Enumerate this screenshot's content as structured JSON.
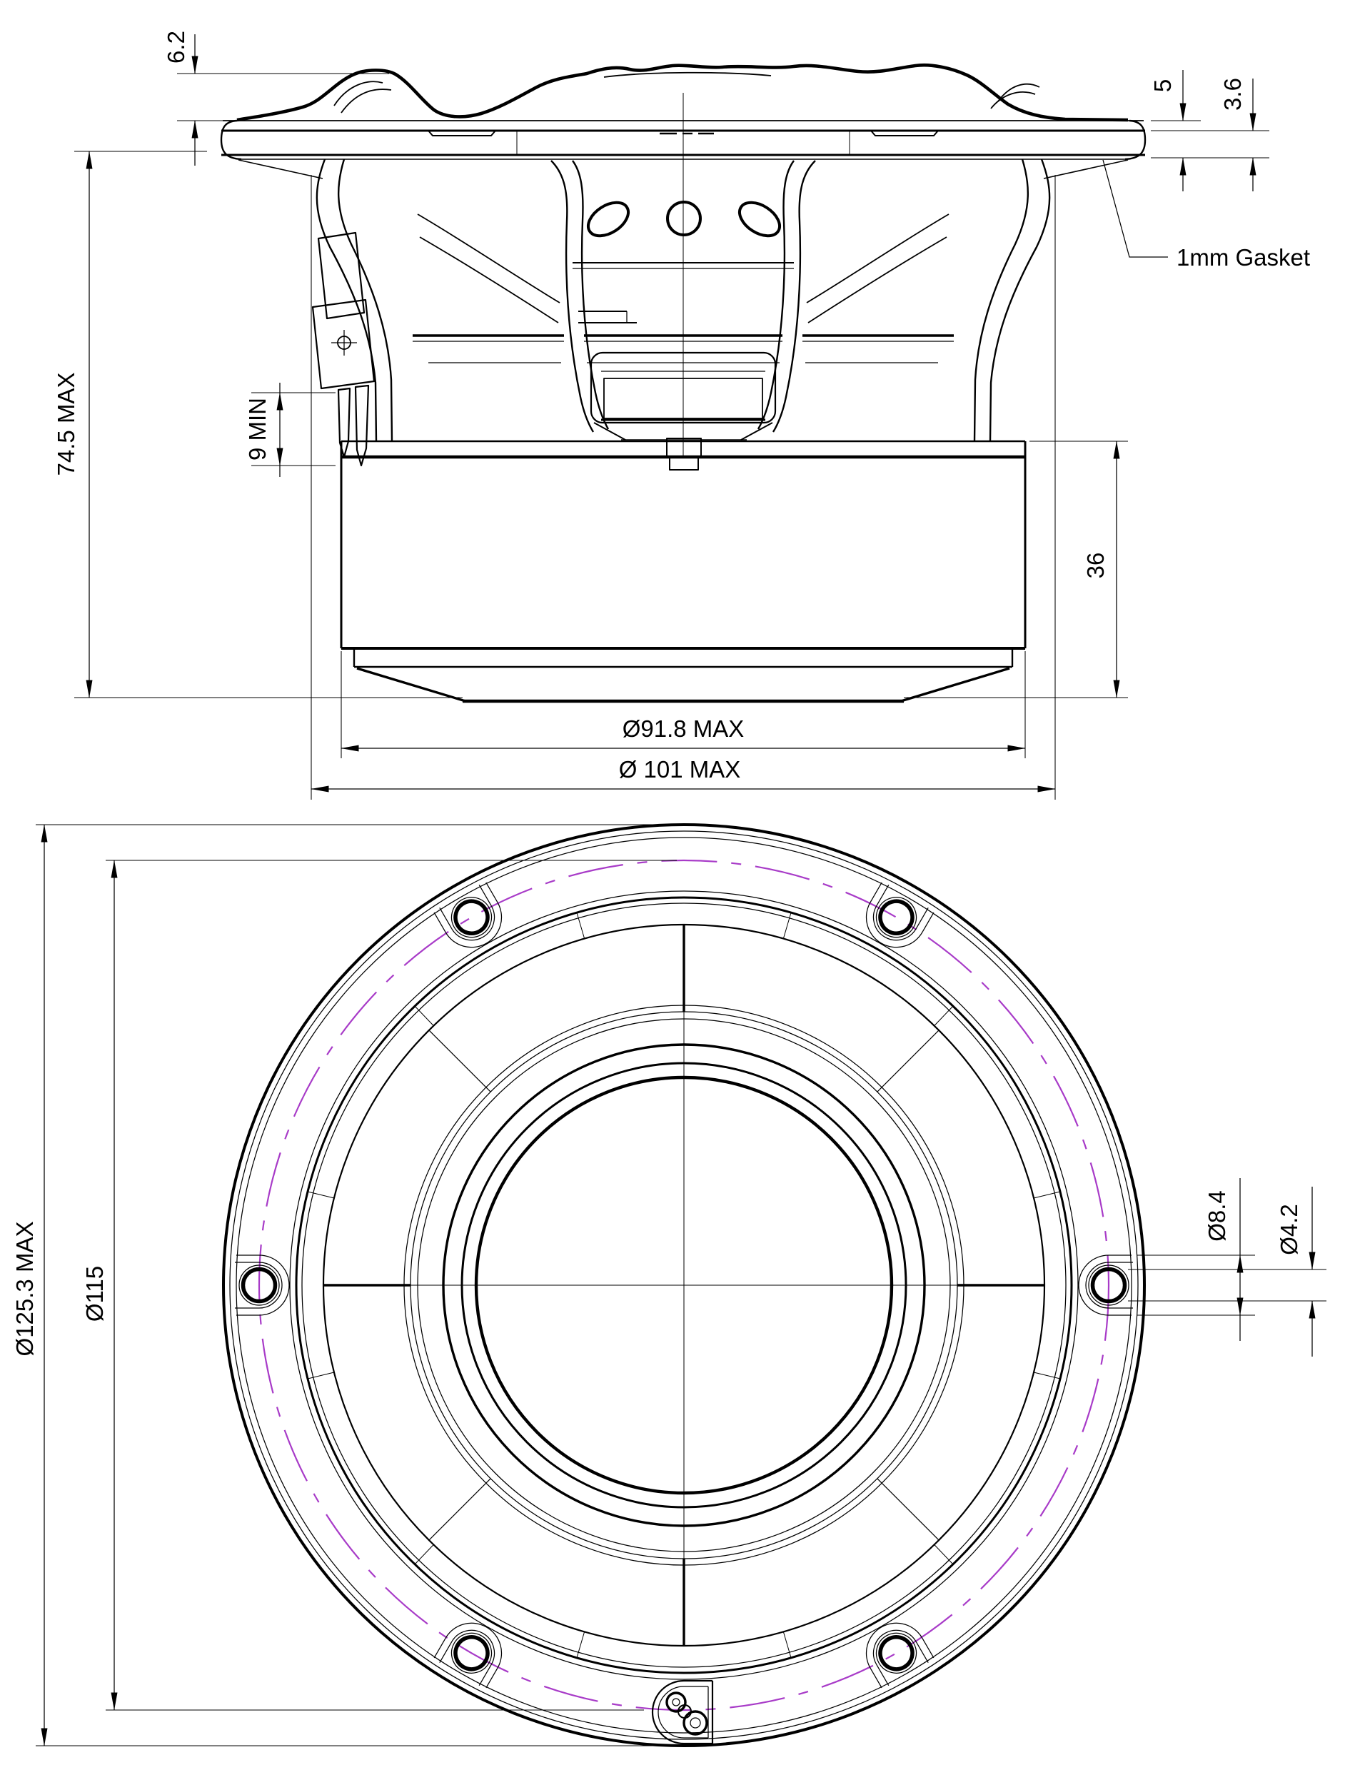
{
  "page": {
    "background": "#ffffff"
  },
  "colors": {
    "line": "#000000",
    "accent_purple": "#a83bc8"
  },
  "side_view": {
    "label": "loudspeaker cross-section side view",
    "dimensions": {
      "surround_height": "6.2",
      "front_height": "5",
      "flange_thickness": "3.6",
      "total_height": "74.5 MAX",
      "terminal_clearance": "9 MIN",
      "magnet_height": "36",
      "magnet_diameter": "Ø91.8 MAX",
      "basket_diameter": "Ø 101 MAX"
    },
    "annotations": {
      "gasket_note": "1mm Gasket"
    }
  },
  "front_view": {
    "label": "loudspeaker front view",
    "dimensions": {
      "overall_diameter": "Ø125.3 MAX",
      "bolt_circle_diameter": "Ø115",
      "mounting_slot_diameter": "Ø8.4",
      "mounting_hole_diameter": "Ø4.2"
    }
  }
}
